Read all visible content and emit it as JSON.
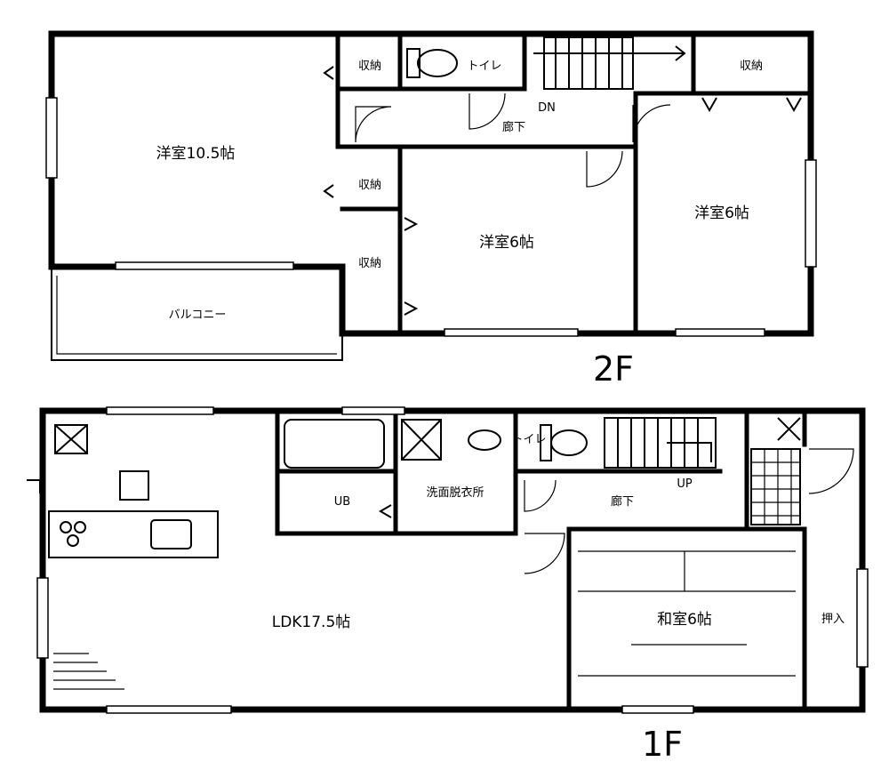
{
  "floors": {
    "second": {
      "label": "2F",
      "rooms": {
        "western_10_5": "洋室10.5帖",
        "western_6_center": "洋室6帖",
        "western_6_right": "洋室6帖",
        "balcony": "バルコニー",
        "storage_top_left": "収納",
        "storage_mid": "収納",
        "storage_vertical": "収納",
        "storage_top_right": "収納",
        "toilet": "トイレ",
        "hallway": "廊下",
        "stairs_down": "DN"
      }
    },
    "first": {
      "label": "1F",
      "rooms": {
        "ldk": "LDK17.5帖",
        "japanese_6": "和室6帖",
        "unit_bath": "UB",
        "washroom": "洗面脱衣所",
        "toilet": "トイレ",
        "hallway": "廊下",
        "stairs_up": "UP",
        "closet": "押入"
      }
    }
  }
}
